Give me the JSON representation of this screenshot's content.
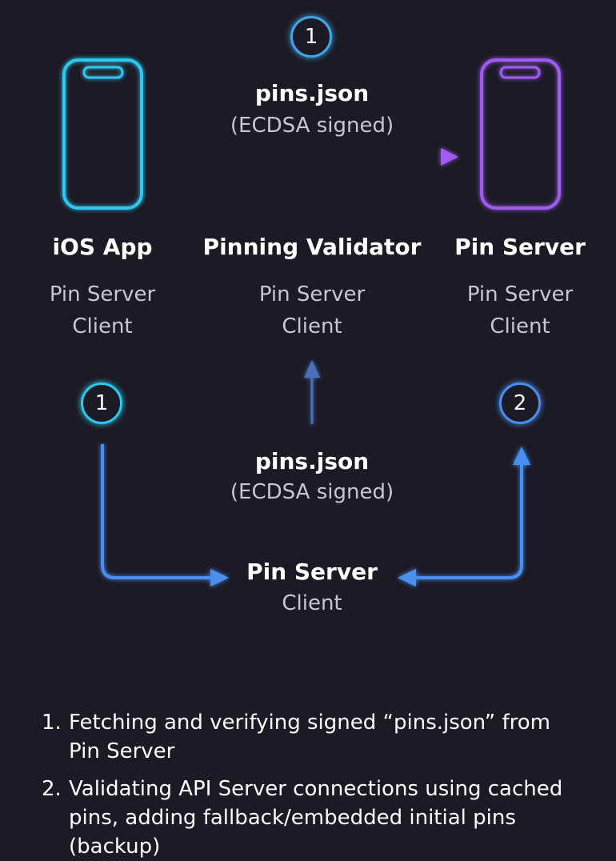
{
  "top_badge": "1",
  "top_arrow_label": {
    "title": "pins.json",
    "subtitle": "(ECDSA signed)"
  },
  "nodes": {
    "ios_app": {
      "title": "iOS App",
      "sub_line1": "Pin Server",
      "sub_line2": "Client"
    },
    "validator": {
      "title": "Pinning Validator",
      "sub_line1": "Pin Server",
      "sub_line2": "Client"
    },
    "pin_server": {
      "title": "Pin Server",
      "sub_line1": "Pin Server",
      "sub_line2": "Client"
    },
    "bottom_client": {
      "line1": "Pin Server",
      "line2": "Client"
    }
  },
  "left_badge": "1",
  "right_badge": "2",
  "middle_arrow_label": {
    "title": "pins.json",
    "subtitle": "(ECDSA signed)"
  },
  "colors": {
    "background": "#1b1a25",
    "cyan": "#2ec8ee",
    "purple": "#a05cf0",
    "blue": "#4a8ff0",
    "divider": "#28c6d8"
  },
  "legend": [
    {
      "num": "1.",
      "text": "Fetching and verifying signed “pins.json” from Pin Server"
    },
    {
      "num": "2.",
      "text": "Validating API Server connections using cached pins, adding fallback/embedded initial pins (backup)"
    }
  ]
}
